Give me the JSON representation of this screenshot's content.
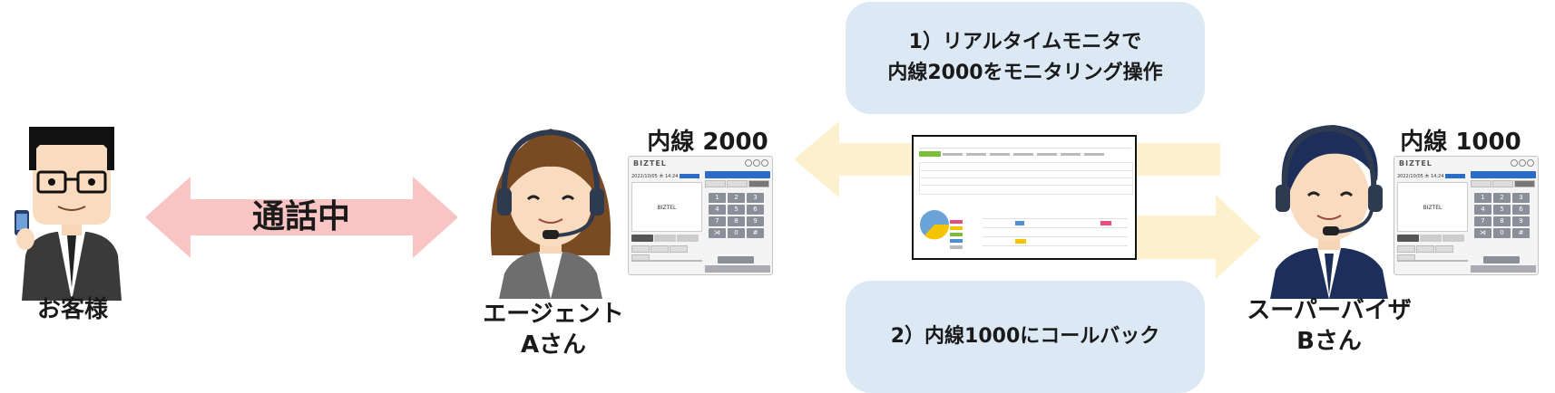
{
  "colors": {
    "call_arrow": "#f9c4c4",
    "flow_arrow": "#fdf0cc",
    "bubble": "#dce9f5",
    "headset": "#2e3a4f"
  },
  "call_label": "通話中",
  "customer": {
    "label": "お客様"
  },
  "agent": {
    "label_line1": "エージェント",
    "label_line2": "Aさん",
    "extension": "内線 2000"
  },
  "supervisor": {
    "label_line1": "スーパーバイザ",
    "label_line2": "Bさん",
    "extension": "内線 1000"
  },
  "step1": {
    "line1": "1）リアルタイムモニタで",
    "line2": "内線2000をモニタリング操作"
  },
  "step2": {
    "text": "2）内線1000にコールバック"
  },
  "phone_widget": {
    "brand": "BIZTEL",
    "datetime": "2022/10/05 木 14:24",
    "display_name": "BIZTEL",
    "keys": [
      "1",
      "2",
      "3",
      "4",
      "5",
      "6",
      "7",
      "8",
      "9",
      "⋊",
      "0",
      "#"
    ]
  }
}
